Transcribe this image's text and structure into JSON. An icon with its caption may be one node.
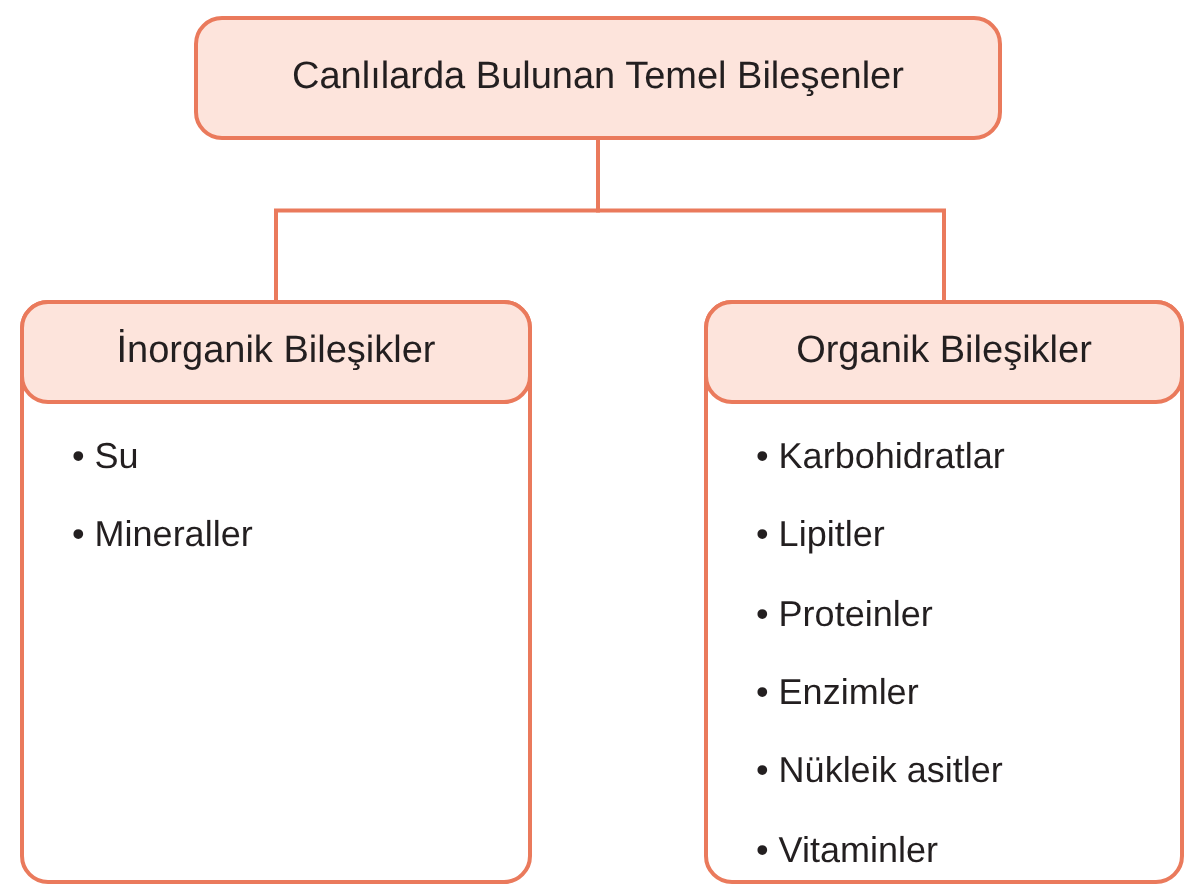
{
  "diagram": {
    "nodes": [
      {
        "text": [
          "Canlılarda Bulunan Temel Bileşenler"
        ]
      },
      {
        "text": [
          "İnorganik Bileşikler",
          "• Su",
          "• Mineraller"
        ]
      },
      {
        "text": [
          "Organik Bileşikler",
          "• Karbohidratlar",
          "• Lipitler",
          "• Proteinler",
          "• Enzimler",
          "• Nükleik asitler",
          "• Vitaminler"
        ]
      }
    ],
    "edges": [
      {
        "from": 0,
        "to": 1,
        "arrow": "none"
      },
      {
        "from": 0,
        "to": 2,
        "arrow": "none"
      }
    ]
  }
}
